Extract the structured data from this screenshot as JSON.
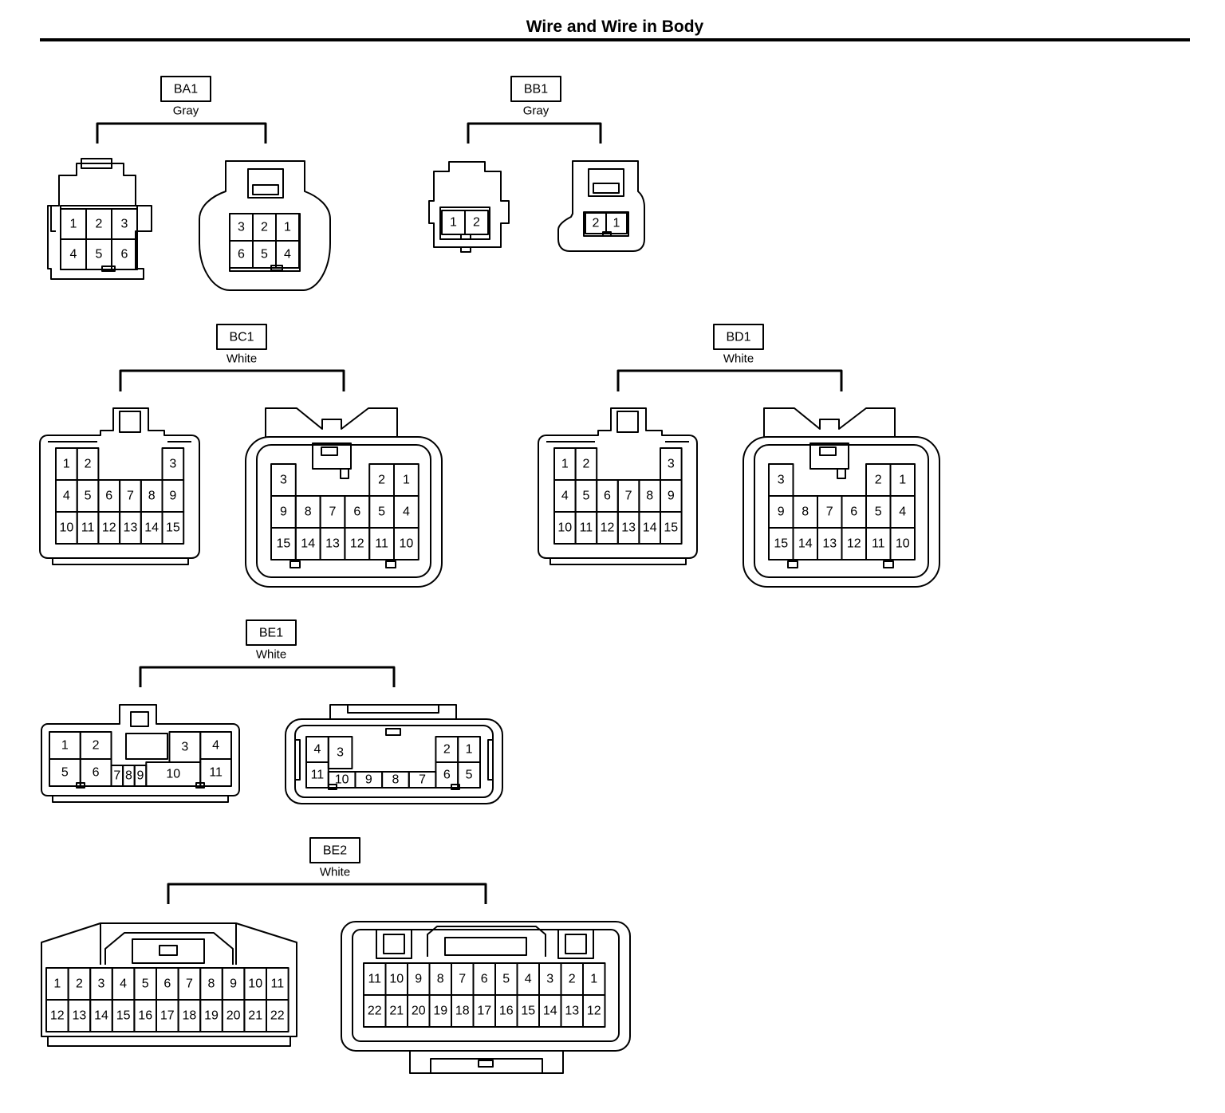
{
  "title": "Wire and Wire in Body",
  "connectors": [
    {
      "id": "BA1",
      "color": "Gray",
      "left": {
        "rows": [
          [
            "1",
            "2",
            "3"
          ],
          [
            "4",
            "5",
            "6"
          ]
        ]
      },
      "right": {
        "rows": [
          [
            "3",
            "2",
            "1"
          ],
          [
            "6",
            "5",
            "4"
          ]
        ]
      }
    },
    {
      "id": "BB1",
      "color": "Gray",
      "left": {
        "rows": [
          [
            "1",
            "2"
          ]
        ]
      },
      "right": {
        "rows": [
          [
            "2",
            "1"
          ]
        ]
      }
    },
    {
      "id": "BC1",
      "color": "White",
      "left": {
        "rows": [
          [
            "1",
            "2",
            "",
            "",
            "",
            "3"
          ],
          [
            "4",
            "5",
            "6",
            "7",
            "8",
            "9"
          ],
          [
            "10",
            "11",
            "12",
            "13",
            "14",
            "15"
          ]
        ]
      },
      "right": {
        "rows": [
          [
            "3",
            "",
            "",
            "",
            "2",
            "1"
          ],
          [
            "9",
            "8",
            "7",
            "6",
            "5",
            "4"
          ],
          [
            "15",
            "14",
            "13",
            "12",
            "11",
            "10"
          ]
        ]
      }
    },
    {
      "id": "BD1",
      "color": "White",
      "left": {
        "rows": [
          [
            "1",
            "2",
            "",
            "",
            "",
            "3"
          ],
          [
            "4",
            "5",
            "6",
            "7",
            "8",
            "9"
          ],
          [
            "10",
            "11",
            "12",
            "13",
            "14",
            "15"
          ]
        ]
      },
      "right": {
        "rows": [
          [
            "3",
            "",
            "",
            "",
            "2",
            "1"
          ],
          [
            "9",
            "8",
            "7",
            "6",
            "5",
            "4"
          ],
          [
            "15",
            "14",
            "13",
            "12",
            "11",
            "10"
          ]
        ]
      }
    },
    {
      "id": "BE1",
      "color": "White",
      "left": {
        "top": [
          "1",
          "2",
          "3",
          "4"
        ],
        "bottom": [
          "5",
          "6",
          "7",
          "8",
          "9",
          "10",
          "11"
        ]
      },
      "right": {
        "top": [
          "4",
          "3",
          "2",
          "1"
        ],
        "bottom": [
          "11",
          "10",
          "9",
          "8",
          "7",
          "6",
          "5"
        ]
      }
    },
    {
      "id": "BE2",
      "color": "White",
      "left": {
        "rows": [
          [
            "1",
            "2",
            "3",
            "4",
            "5",
            "6",
            "7",
            "8",
            "9",
            "10",
            "11"
          ],
          [
            "12",
            "13",
            "14",
            "15",
            "16",
            "17",
            "18",
            "19",
            "20",
            "21",
            "22"
          ]
        ]
      },
      "right": {
        "rows": [
          [
            "11",
            "10",
            "9",
            "8",
            "7",
            "6",
            "5",
            "4",
            "3",
            "2",
            "1"
          ],
          [
            "22",
            "21",
            "20",
            "19",
            "18",
            "17",
            "16",
            "15",
            "14",
            "13",
            "12"
          ]
        ]
      }
    }
  ]
}
